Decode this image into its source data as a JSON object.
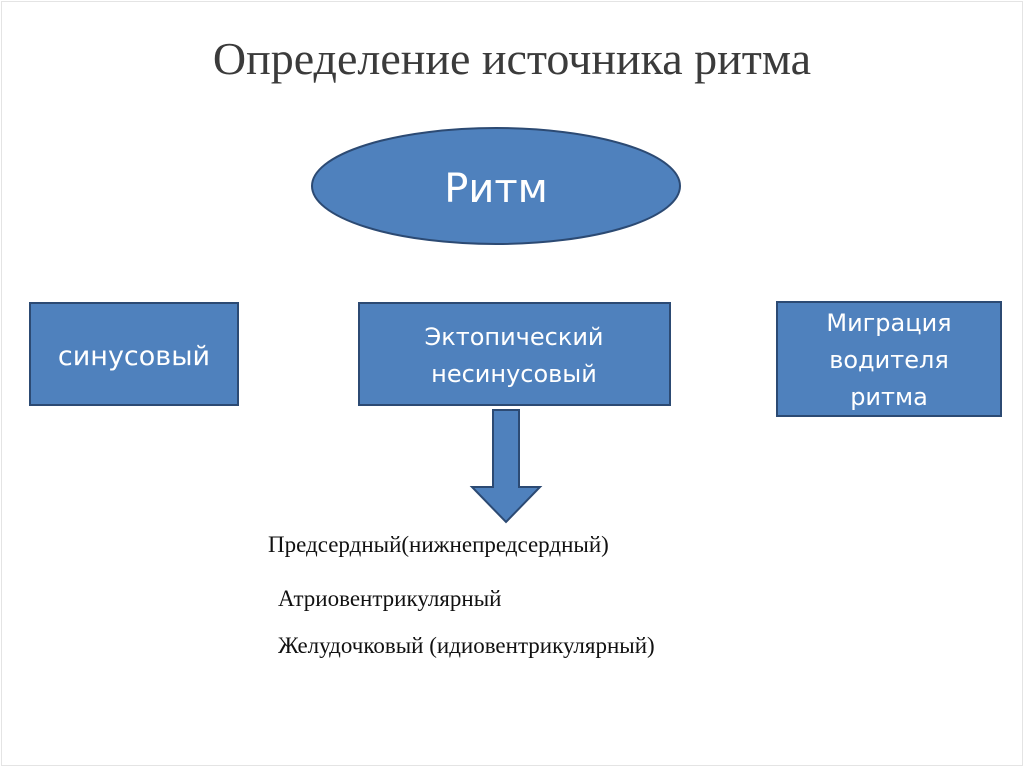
{
  "title": "Определение источника ритма",
  "diagram": {
    "root": {
      "label": "Ритм"
    },
    "branches": [
      {
        "id": "sinus",
        "lines": [
          "синусовый"
        ]
      },
      {
        "id": "ectopic",
        "lines": [
          "Эктопический",
          "несинусовый"
        ]
      },
      {
        "id": "migration",
        "lines": [
          "Миграция",
          "водителя",
          "ритма"
        ]
      }
    ],
    "subtypes": [
      "Предсердный(нижнепредсердный)",
      "Атриовентрикулярный",
      "Желудочковый (идиовентрикулярный)"
    ],
    "colors": {
      "fill": "#4f81bd",
      "stroke": "#2c4a73",
      "text": "#ffffff"
    },
    "arrow": {
      "from": "ectopic",
      "to": "subtypes",
      "icon": "down-arrow-icon"
    }
  }
}
